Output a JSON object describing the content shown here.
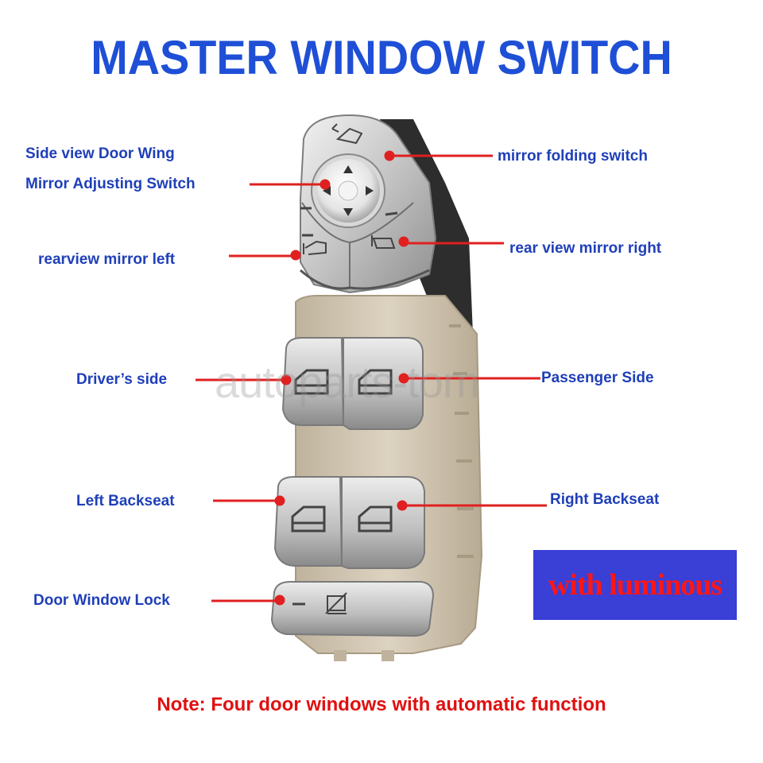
{
  "title": "MASTER WINDOW SWITCH",
  "labels": {
    "side_view_line1": "Side view Door Wing",
    "side_view_line2": "Mirror Adjusting Switch",
    "mirror_folding": "mirror folding switch",
    "rearview_left": "rearview mirror  left",
    "rearview_right": "rear view mirror right",
    "drivers_side": "Driver’s side",
    "passenger_side": "Passenger Side",
    "left_backseat": "Left Backseat",
    "right_backseat": "Right Backseat",
    "door_window_lock": "Door Window Lock"
  },
  "badge": "with luminous",
  "watermark": "autoparts-tom",
  "note": "Note: Four door windows with automatic function",
  "colors": {
    "title": "#1e4fd6",
    "label": "#1f3fb8",
    "note": "#e01010",
    "badge_bg": "#3a3fd6",
    "badge_text": "#ff1616",
    "housing": "#d2c7b4",
    "chrome": "#c9c9c9",
    "pointer": "#e02020"
  }
}
